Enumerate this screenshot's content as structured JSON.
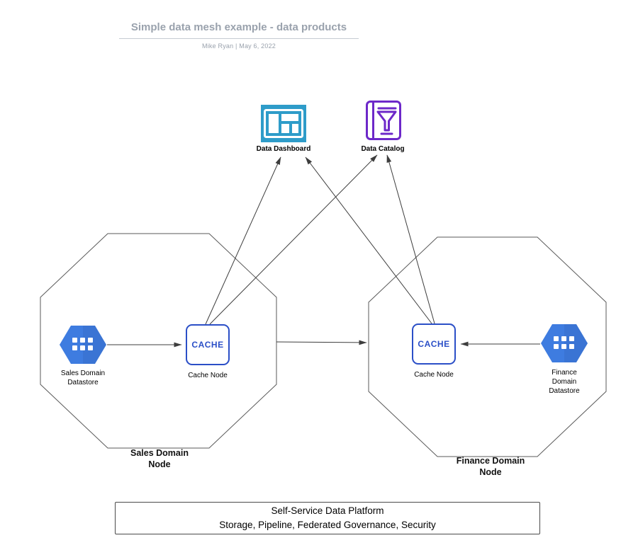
{
  "header": {
    "title": "Simple data mesh example - data products",
    "byline": "Mike Ryan  |  May 6, 2022"
  },
  "top_icons": {
    "dashboard": {
      "label": "Data Dashboard"
    },
    "catalog": {
      "label": "Data Catalog"
    }
  },
  "sales": {
    "node_label": "Sales Domain\nNode",
    "datastore_label": "Sales Domain\nDatastore",
    "cache_text": "CACHE",
    "cache_label": "Cache Node"
  },
  "finance": {
    "node_label": "Finance Domain\nNode",
    "datastore_label": "Finance\nDomain\nDatastore",
    "cache_text": "CACHE",
    "cache_label": "Cache Node"
  },
  "platform": {
    "title": "Self-Service Data Platform",
    "subtitle": "Storage, Pipeline, Federated Governance, Security"
  },
  "colors": {
    "dashboard_icon": "#2e9cc9",
    "catalog_icon": "#6d28c9",
    "datastore_fill": "#3e7ce0",
    "cache_accent": "#2b4fc7",
    "line": "#3d3d3d",
    "title_gray": "#9aa2ad"
  }
}
